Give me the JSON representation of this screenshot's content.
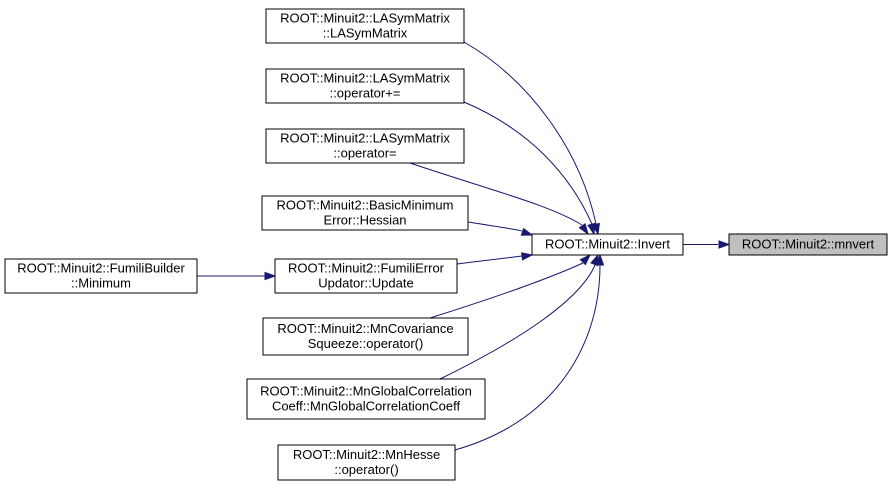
{
  "graph": {
    "nodes": [
      {
        "id": "lasym_ctor",
        "lines": [
          "ROOT::Minuit2::LASymMatrix",
          "::LASymMatrix"
        ]
      },
      {
        "id": "lasym_pluseq",
        "lines": [
          "ROOT::Minuit2::LASymMatrix",
          "::operator+="
        ]
      },
      {
        "id": "lasym_eq",
        "lines": [
          "ROOT::Minuit2::LASymMatrix",
          "::operator="
        ]
      },
      {
        "id": "bme_hessian",
        "lines": [
          "ROOT::Minuit2::BasicMinimum",
          "Error::Hessian"
        ]
      },
      {
        "id": "fumili_builder",
        "lines": [
          "ROOT::Minuit2::FumiliBuilder",
          "::Minimum"
        ]
      },
      {
        "id": "fumili_updator",
        "lines": [
          "ROOT::Minuit2::FumiliError",
          "Updator::Update"
        ]
      },
      {
        "id": "mncov_squeeze",
        "lines": [
          "ROOT::Minuit2::MnCovariance",
          "Squeeze::operator()"
        ]
      },
      {
        "id": "mnglobal",
        "lines": [
          "ROOT::Minuit2::MnGlobalCorrelation",
          "Coeff::MnGlobalCorrelationCoeff"
        ]
      },
      {
        "id": "mnhesse",
        "lines": [
          "ROOT::Minuit2::MnHesse",
          "::operator()"
        ]
      },
      {
        "id": "invert",
        "lines": [
          "ROOT::Minuit2::Invert"
        ]
      },
      {
        "id": "mnvert",
        "lines": [
          "ROOT::Minuit2::mnvert"
        ],
        "highlighted": true
      }
    ],
    "edges": [
      {
        "from": "invert",
        "to": "mnvert"
      },
      {
        "from": "lasym_ctor",
        "to": "invert"
      },
      {
        "from": "lasym_pluseq",
        "to": "invert"
      },
      {
        "from": "lasym_eq",
        "to": "invert"
      },
      {
        "from": "bme_hessian",
        "to": "invert"
      },
      {
        "from": "fumili_updator",
        "to": "invert"
      },
      {
        "from": "mncov_squeeze",
        "to": "invert"
      },
      {
        "from": "mnglobal",
        "to": "invert"
      },
      {
        "from": "mnhesse",
        "to": "invert"
      },
      {
        "from": "fumili_builder",
        "to": "fumili_updator"
      }
    ],
    "colors": {
      "edge": "#191970",
      "node_border": "#000000",
      "node_fill": "#ffffff",
      "highlight_fill": "#bfbfbf"
    }
  }
}
